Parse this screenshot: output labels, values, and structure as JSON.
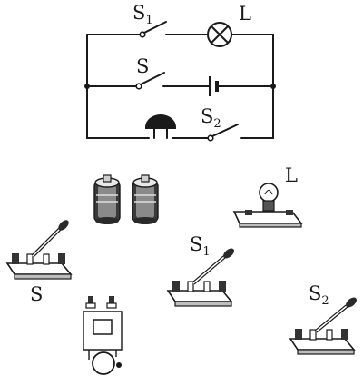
{
  "circuit": {
    "switch_s1": {
      "letter": "S",
      "sub": "1"
    },
    "lamp_l": {
      "letter": "L"
    },
    "switch_s": {
      "letter": "S"
    },
    "switch_s2": {
      "letter": "S",
      "sub": "2"
    }
  },
  "components": {
    "lamp_label": "L",
    "switch_s_label": "S",
    "switch_s1": {
      "letter": "S",
      "sub": "1"
    },
    "switch_s2": {
      "letter": "S",
      "sub": "2"
    }
  }
}
